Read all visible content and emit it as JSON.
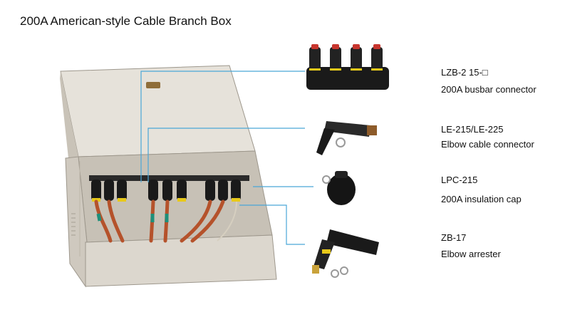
{
  "title": "200A American-style Cable Branch Box",
  "components": [
    {
      "code": "LZB-2 15-□",
      "desc": "200A busbar connector",
      "icon": "busbar-connector-icon"
    },
    {
      "code": "LE-215/LE-225",
      "desc": "Elbow cable connector",
      "icon": "elbow-connector-icon"
    },
    {
      "code": "LPC-215",
      "desc": "200A insulation cap",
      "icon": "insulation-cap-icon"
    },
    {
      "code": "ZB-17",
      "desc": "Elbow arrester",
      "icon": "elbow-arrester-icon"
    }
  ],
  "colors": {
    "leader": "#4aa7d8",
    "cabinet": "#d8d3ca",
    "connector": "#1a1a1a",
    "cable": "#b5522b",
    "accent": "#e8c91a"
  }
}
